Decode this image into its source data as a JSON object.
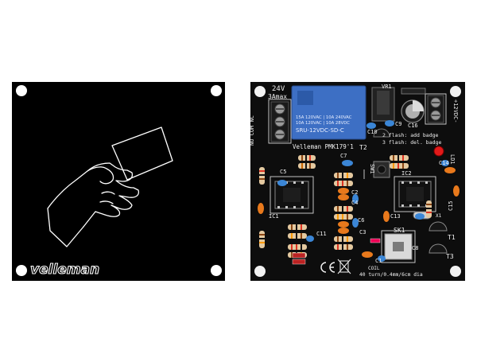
{
  "front_panel": {
    "logo_text": "velleman"
  },
  "pcb": {
    "relay": {
      "line1": "15A 120VAC | 10A 240VAC",
      "line2": "10A 120VAC | 10A 28VDC",
      "model": "SRU-12VDC-SD-C"
    },
    "labels": {
      "voltage_top": "24V",
      "current_top": "3Amax",
      "left_vertical": "NO COM NC",
      "right_vertical": "+12VDC-",
      "brand_model": "Velleman PMK179'1",
      "flash_add": "2 flash: add badge",
      "flash_del": "3 flash: del. badge",
      "coil_note": "40 turn/0.4mm/6cm dia",
      "coil": "COIL",
      "vr1": "VR1",
      "c9": "C9",
      "c10": "C10",
      "c16": "C16",
      "t2": "T2",
      "ld1": "LD1",
      "c14": "C14",
      "sw1": "SW1",
      "ic2": "IC2",
      "c5": "C5",
      "c7": "C7",
      "c2": "C2",
      "c4": "C4",
      "c6": "C6",
      "c3": "C3",
      "c13": "C13",
      "c15": "C15",
      "ic1": "IC1",
      "c11": "C11",
      "c1": "C1",
      "c8": "C8",
      "sk1": "SK1",
      "t1": "T1",
      "t3": "T3",
      "x1": "X1"
    }
  }
}
